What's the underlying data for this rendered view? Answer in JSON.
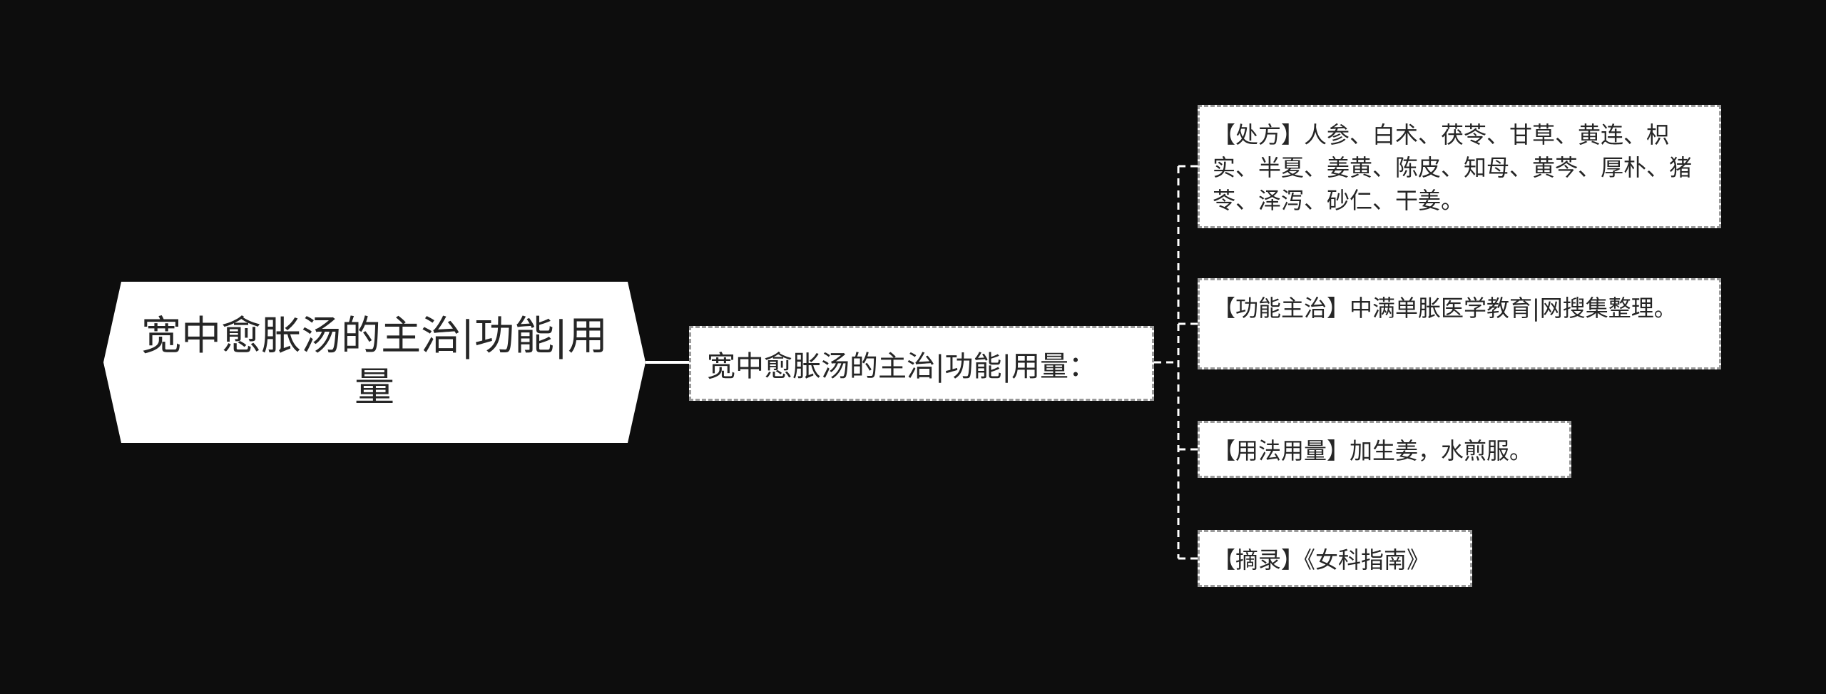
{
  "root": {
    "title_line1": "宽中愈胀汤的主治|功能|用",
    "title_line2": "量"
  },
  "mid": {
    "label": "宽中愈胀汤的主治|功能|用量："
  },
  "leaves": [
    {
      "text": "【处方】人参、白术、茯苓、甘草、黄连、枳实、半夏、姜黄、陈皮、知母、黄芩、厚朴、猪苓、泽泻、砂仁、干姜。"
    },
    {
      "text": "【功能主治】中满单胀医学教育|网搜集整理。"
    },
    {
      "text": "【用法用量】加生姜，水煎服。"
    },
    {
      "text": "【摘录】《女科指南》"
    }
  ],
  "colors": {
    "background": "#0d0d0d",
    "node_fill": "#ffffff",
    "text": "#262626",
    "connector": "#ffffff",
    "dashed_border": "#9a9a9a"
  }
}
